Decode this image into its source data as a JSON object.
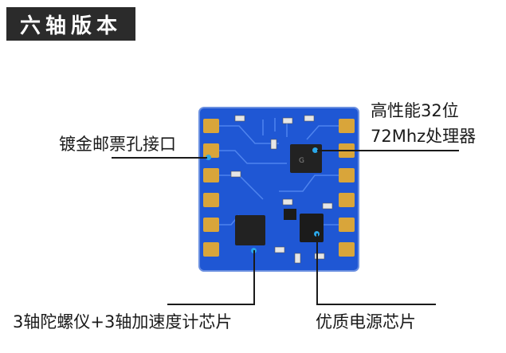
{
  "header": {
    "title": "六轴版本"
  },
  "callouts": {
    "interface": "镀金邮票孔接口",
    "processor_line1": "高性能32位",
    "processor_line2": "72Mhz处理器",
    "sensor": "3轴陀螺仪+3轴加速度计芯片",
    "power": "优质电源芯片"
  },
  "colors": {
    "pcb": "#1f57d4",
    "pad": "#d9a53a",
    "chip": "#222222",
    "callout_dot": "#2aa7e8",
    "title_bg": "#2b2b2b"
  }
}
